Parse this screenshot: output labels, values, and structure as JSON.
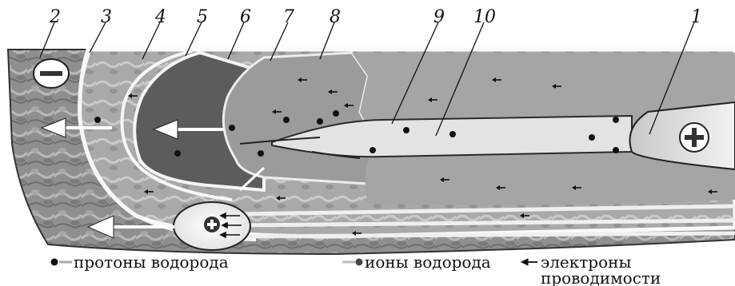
{
  "callouts": [
    "1",
    "2",
    "3",
    "4",
    "5",
    "6",
    "7",
    "8",
    "9",
    "10"
  ],
  "electrode_signs": {
    "negative": "−",
    "positive": "+"
  },
  "legend": {
    "protons": "протоны водорода",
    "ions": "ионы водорода",
    "electrons_line1": "электроны",
    "electrons_line2": "проводимости"
  }
}
